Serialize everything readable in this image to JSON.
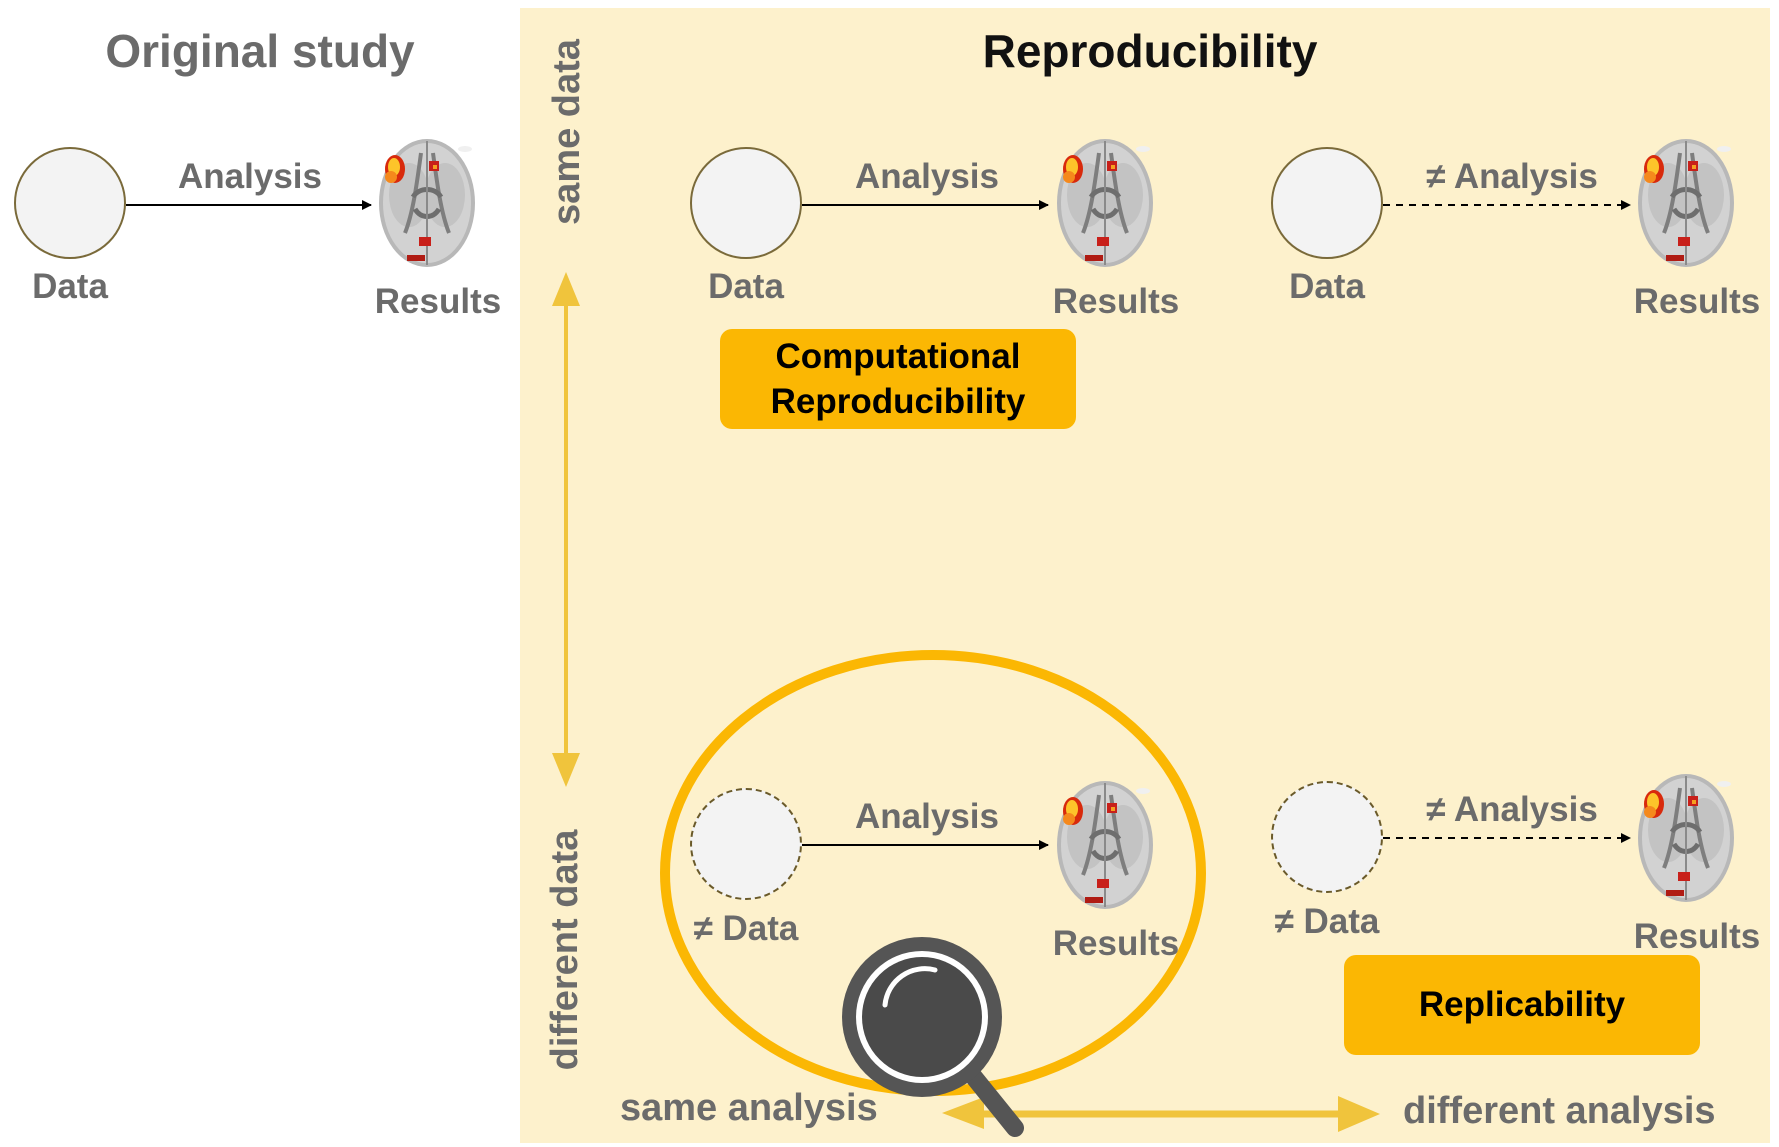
{
  "original": {
    "title": "Original study",
    "data_label": "Data",
    "arrow_label": "Analysis",
    "results_label": "Results"
  },
  "reproducibility": {
    "title": "Reproducibility",
    "axis_top": "same data",
    "axis_bottom": "different data",
    "axis_left": "same analysis",
    "axis_right": "different analysis",
    "quadrants": {
      "top_left": {
        "data": "Data",
        "arrow": "Analysis",
        "results": "Results",
        "tag": "Computational Reproducibility"
      },
      "top_right": {
        "data": "Data",
        "arrow": "≠ Analysis",
        "results": "Results"
      },
      "bottom_left": {
        "data": "≠ Data",
        "arrow": "Analysis",
        "results": "Results"
      },
      "bottom_right": {
        "data": "≠ Data",
        "arrow": "≠ Analysis",
        "results": "Results",
        "tag": "Replicability"
      }
    }
  },
  "colors": {
    "panel_bg": "#fdf1cc",
    "accent": "#fbb703",
    "axis_arrow": "#f0c43c",
    "text_gray": "#6b6b6b",
    "magnifier": "#555555"
  },
  "icons": [
    "brain-results-icon",
    "magnifying-glass-icon"
  ]
}
